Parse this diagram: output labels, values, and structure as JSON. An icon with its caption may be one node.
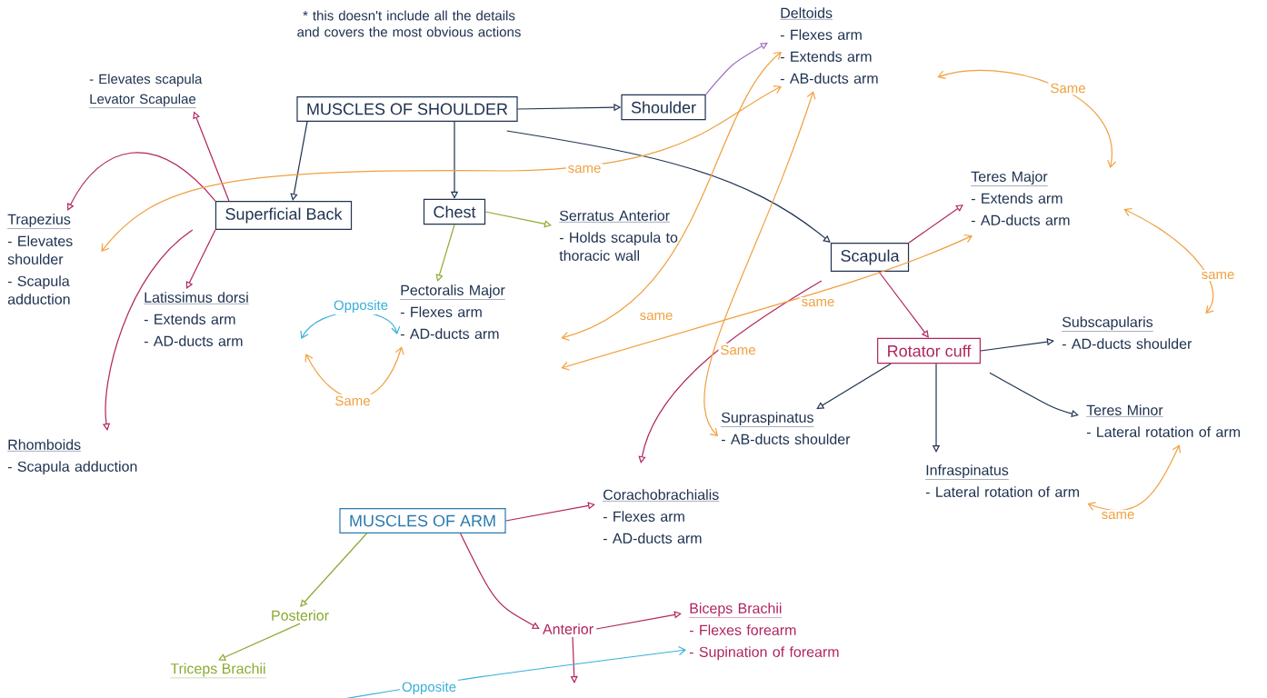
{
  "diagram": {
    "nodes": [
      {
        "text": [
          "MUSCLES OF SHOULDER"
        ]
      },
      {
        "text": [
          "Shoulder"
        ]
      },
      {
        "text": [
          "Superficial Back"
        ]
      },
      {
        "text": [
          "Chest"
        ]
      },
      {
        "text": [
          "Scapula"
        ]
      },
      {
        "text": [
          "- Elevates scapula",
          "Levator Scapulae"
        ]
      },
      {
        "text": [
          "Trapezius",
          "- Elevates shoulder",
          "- Scapula adduction"
        ]
      },
      {
        "text": [
          "Rhomboids",
          "- Scapula adduction"
        ]
      },
      {
        "text": [
          "Latissimus dorsi",
          "- Extends arm",
          "- AD-ducts arm"
        ]
      },
      {
        "text": [
          "Pectoralis Major",
          "- Flexes arm",
          "- AD-ducts arm"
        ]
      },
      {
        "text": [
          "Serratus Anterior",
          "- Holds scapula to thoracic wall"
        ]
      },
      {
        "text": [
          "Deltoids",
          "- Flexes arm",
          "- Extends arm",
          "- AB-ducts arm"
        ]
      },
      {
        "text": [
          "Teres Major",
          "- Extends arm",
          "- AD-ducts arm"
        ]
      },
      {
        "text": [
          "Rotator cuff"
        ]
      },
      {
        "text": [
          "Subscapularis",
          "- AD-ducts shoulder"
        ]
      },
      {
        "text": [
          "Supraspinatus",
          "- AB-ducts shoulder"
        ]
      },
      {
        "text": [
          "Infraspinatus",
          "- Lateral rotation of arm"
        ]
      },
      {
        "text": [
          "Teres Minor",
          "- Lateral rotation of arm"
        ]
      },
      {
        "text": [
          "MUSCLES OF ARM"
        ]
      },
      {
        "text": [
          "Corachobrachialis",
          "- Flexes arm",
          "- AD-ducts arm"
        ]
      },
      {
        "text": [
          "Posterior"
        ]
      },
      {
        "text": [
          "Triceps Brachii"
        ]
      },
      {
        "text": [
          "Anterior"
        ]
      },
      {
        "text": [
          "Biceps Brachii",
          "- Flexes forearm",
          "- Supination of forearm"
        ]
      }
    ],
    "edges": [
      {
        "from": 0,
        "to": 1,
        "arrow": "to",
        "color": "#1f3250"
      },
      {
        "from": 0,
        "to": 2,
        "arrow": "to",
        "color": "#1f3250"
      },
      {
        "from": 0,
        "to": 3,
        "arrow": "to",
        "color": "#1f3250"
      },
      {
        "from": 0,
        "to": 4,
        "arrow": "to",
        "color": "#1f3250"
      },
      {
        "from": 1,
        "to": 11,
        "arrow": "to",
        "color": "#a070c0"
      },
      {
        "from": 2,
        "to": 5,
        "arrow": "to",
        "color": "#b0245f"
      },
      {
        "from": 2,
        "to": 6,
        "arrow": "to",
        "color": "#b0245f"
      },
      {
        "from": 2,
        "to": 7,
        "arrow": "to",
        "color": "#b0245f"
      },
      {
        "from": 2,
        "to": 8,
        "arrow": "to",
        "color": "#b0245f"
      },
      {
        "from": 3,
        "to": 9,
        "arrow": "to",
        "color": "#8aaa30"
      },
      {
        "from": 3,
        "to": 10,
        "arrow": "to",
        "color": "#8aaa30"
      },
      {
        "from": 4,
        "to": 12,
        "arrow": "to",
        "color": "#b0245f"
      },
      {
        "from": 4,
        "to": 13,
        "arrow": "to",
        "color": "#b0245f"
      },
      {
        "from": 4,
        "to": 19,
        "arrow": "to",
        "color": "#b0245f"
      },
      {
        "from": 13,
        "to": 14,
        "arrow": "to",
        "color": "#1f3250"
      },
      {
        "from": 13,
        "to": 15,
        "arrow": "to",
        "color": "#1f3250"
      },
      {
        "from": 13,
        "to": 16,
        "arrow": "to",
        "color": "#1f3250"
      },
      {
        "from": 13,
        "to": 17,
        "arrow": "to",
        "color": "#1f3250"
      },
      {
        "from": 18,
        "to": 19,
        "arrow": "to",
        "color": "#b0245f"
      },
      {
        "from": 18,
        "to": 20,
        "arrow": "to",
        "color": "#8aaa30"
      },
      {
        "from": 20,
        "to": 21,
        "arrow": "to",
        "color": "#8aaa30"
      },
      {
        "from": 18,
        "to": 22,
        "arrow": "to",
        "color": "#b0245f"
      },
      {
        "from": 22,
        "to": 23,
        "arrow": "to",
        "color": "#b0245f"
      },
      {
        "from": 22,
        "to": null,
        "arrow": "to",
        "color": "#b0245f"
      },
      {
        "from": 8,
        "to": 9,
        "arrow": "both",
        "label": "Opposite",
        "color": "#3ab0d8"
      },
      {
        "from": 8,
        "to": 9,
        "arrow": "both",
        "label": "Same",
        "color": "#f0a040"
      },
      {
        "from": 6,
        "to": 11,
        "arrow": "both",
        "label": "same",
        "color": "#f0a040"
      },
      {
        "from": 9,
        "to": 11,
        "arrow": "both",
        "label": "same",
        "color": "#f0a040"
      },
      {
        "from": 9,
        "to": 12,
        "arrow": "both",
        "label": "same",
        "color": "#f0a040"
      },
      {
        "from": 15,
        "to": 11,
        "arrow": "both",
        "label": "Same",
        "color": "#f0a040"
      },
      {
        "from": 11,
        "to": 12,
        "arrow": "both",
        "label": "Same",
        "color": "#f0a040"
      },
      {
        "from": 12,
        "to": 14,
        "arrow": "both",
        "label": "same",
        "color": "#f0a040"
      },
      {
        "from": 16,
        "to": 17,
        "arrow": "both",
        "label": "same",
        "color": "#f0a040"
      },
      {
        "from": null,
        "to": 23,
        "arrow": "to",
        "label": "Opposite",
        "color": "#3ab0d8"
      }
    ],
    "labels": [
      "* this doesn't include all the details and covers the most obvious actions"
    ]
  }
}
